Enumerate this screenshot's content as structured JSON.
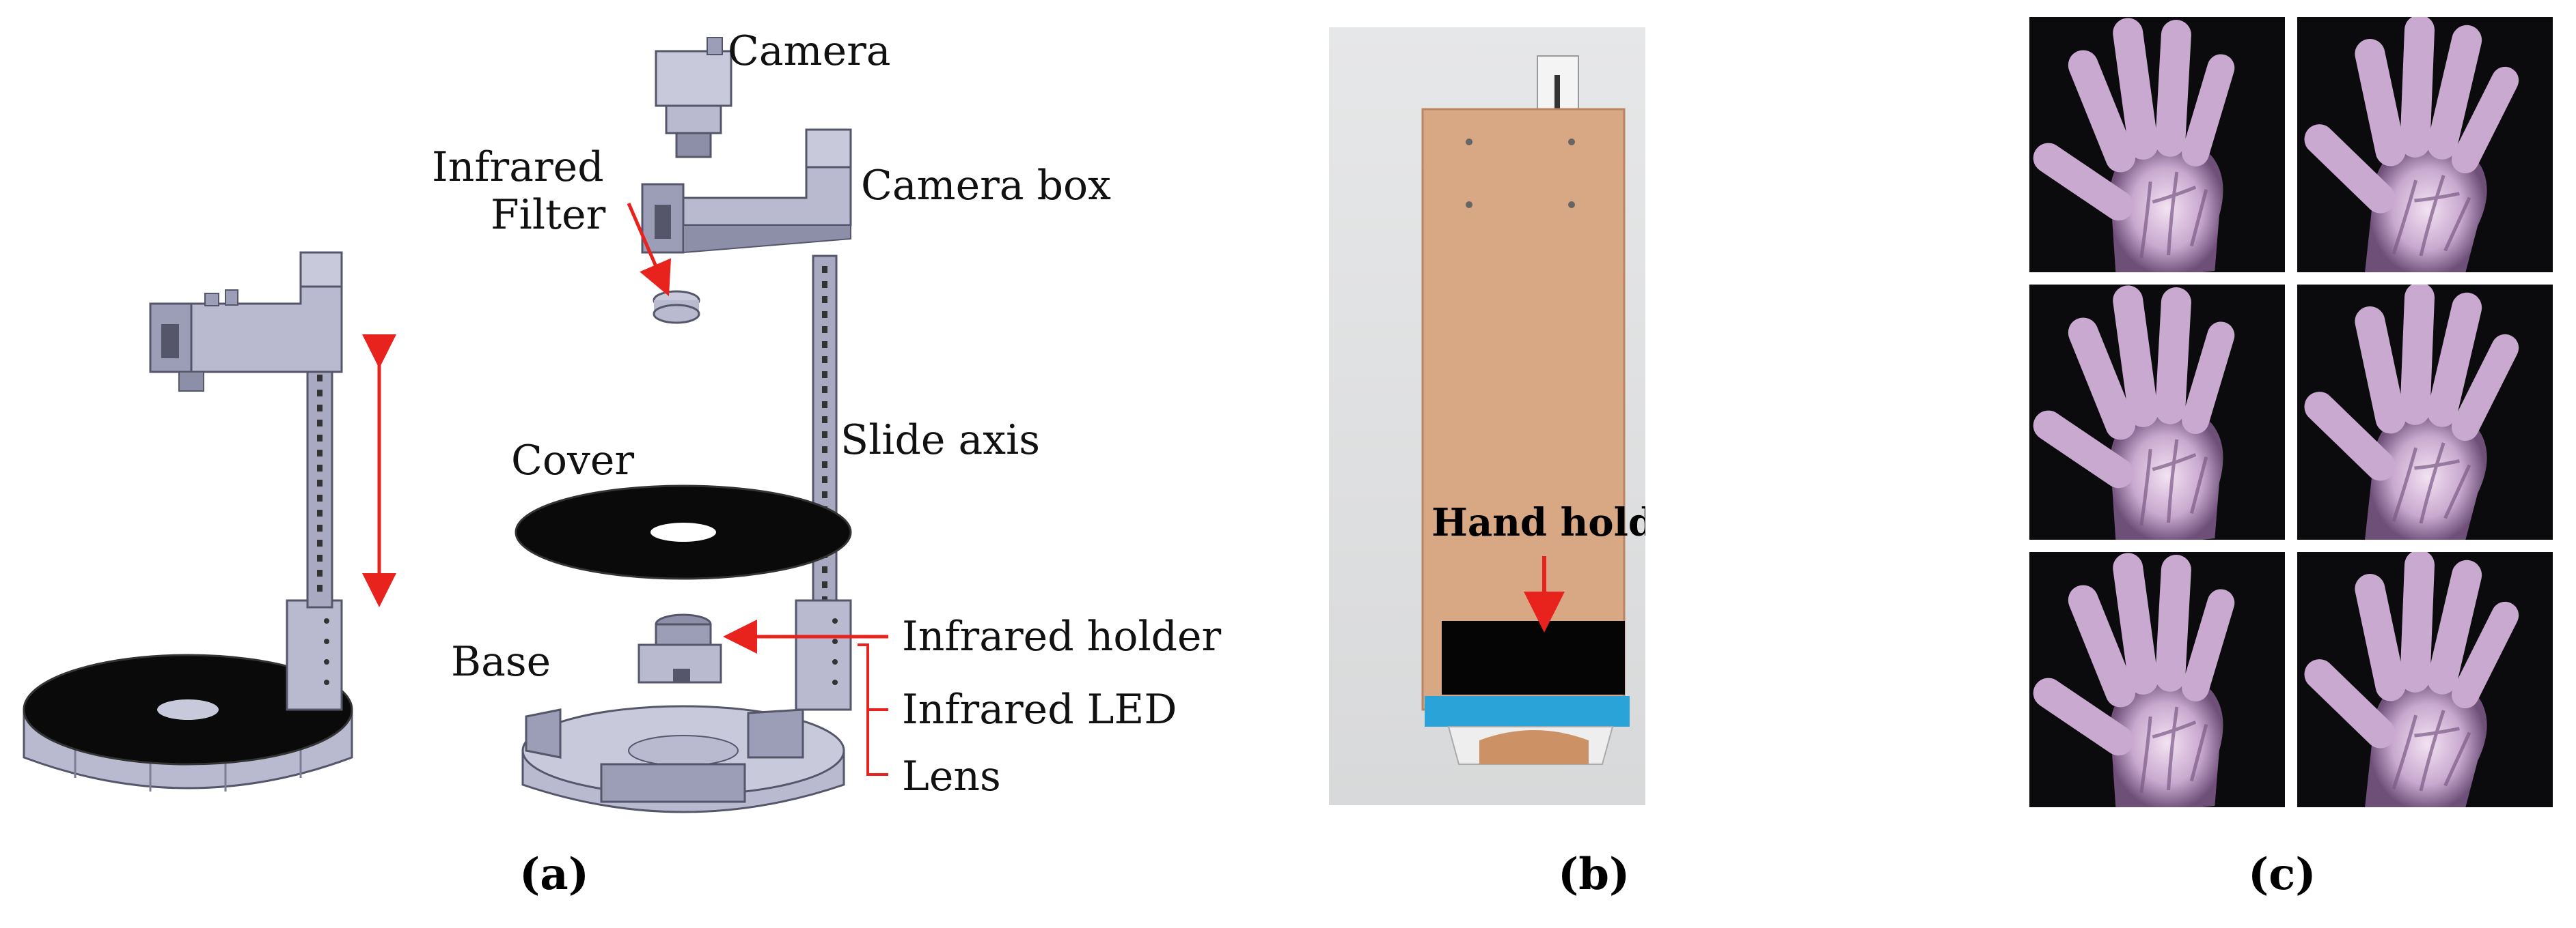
{
  "panel_a": {
    "caption": "(a)",
    "labels": {
      "camera": "Camera",
      "infrared_filter_1": "Infrared",
      "infrared_filter_2": "Filter",
      "camera_box": "Camera box",
      "slide_axis": "Slide axis",
      "cover": "Cover",
      "base": "Base",
      "infrared_holder": "Infrared holder",
      "infrared_led": "Infrared LED",
      "lens": "Lens"
    }
  },
  "panel_b": {
    "caption": "(b)",
    "hand_hold_label": "Hand hold"
  },
  "panel_c": {
    "caption": "(c)",
    "image_count": 6
  },
  "colors": {
    "arrow": "#e8231e",
    "part_fill": "#b9bad0",
    "part_dark": "#8d8ea8",
    "disc": "#0a0a0a",
    "board": "#d8a784",
    "hand": "#c9a9cf"
  }
}
